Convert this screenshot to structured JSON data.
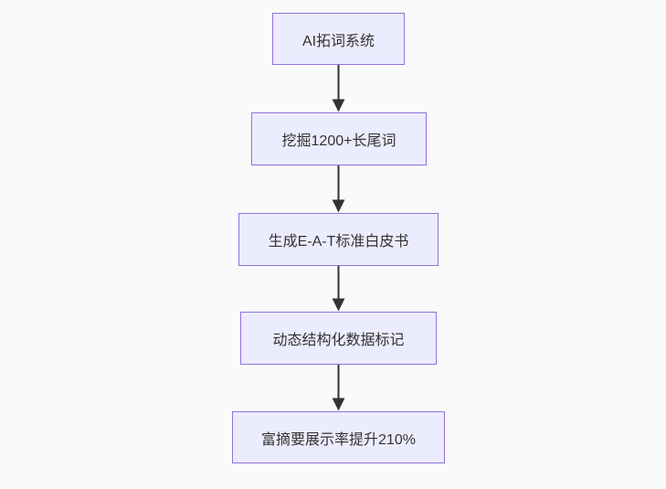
{
  "diagram": {
    "type": "flowchart",
    "direction": "top-down",
    "nodes": [
      {
        "id": "A",
        "label": "AI拓词系统"
      },
      {
        "id": "B",
        "label": "挖掘1200+长尾词"
      },
      {
        "id": "C",
        "label": "生成E-A-T标准白皮书"
      },
      {
        "id": "D",
        "label": "动态结构化数据标记"
      },
      {
        "id": "E",
        "label": "富摘要展示率提升210%"
      }
    ],
    "edges": [
      {
        "from": "AI拓词系统",
        "to": "挖掘1200+长尾词",
        "style": "arrow"
      },
      {
        "from": "挖掘1200+长尾词",
        "to": "生成E-A-T标准白皮书",
        "style": "arrow"
      },
      {
        "from": "生成E-A-T标准白皮书",
        "to": "动态结构化数据标记",
        "style": "arrow"
      },
      {
        "from": "动态结构化数据标记",
        "to": "富摘要展示率提升210%",
        "style": "arrow"
      }
    ],
    "colors": {
      "background": "#fafafa",
      "node_fill": "#ECECFF",
      "node_border": "#9370DB",
      "text": "#333333",
      "arrow": "#333333"
    }
  }
}
